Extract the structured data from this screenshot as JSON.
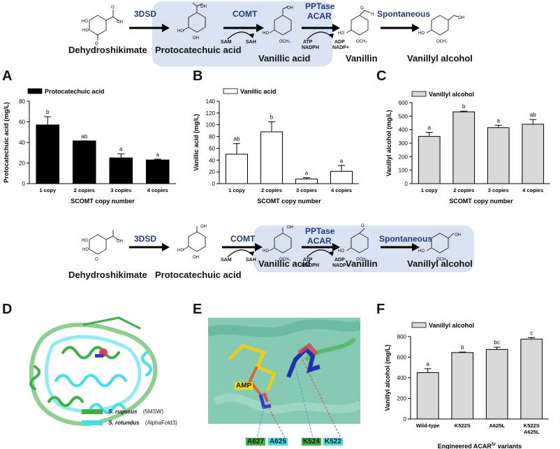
{
  "pathway_top": {
    "compounds": [
      "Dehydroshikimate",
      "Protocatechuic acid",
      "Vanillic acid",
      "Vanillin",
      "Vanillyl alcohol"
    ],
    "enzymes": [
      "3DSD",
      "COMT",
      "PPTase",
      "ACAR",
      "Spontaneous"
    ],
    "cofactors": {
      "sam": "SAM",
      "sah": "SAH",
      "atp": "ATP",
      "nadph": "NADPH",
      "adp": "ADP",
      "nadp": "NADP+"
    },
    "highlight_color": "#d9e2f1"
  },
  "pathway_mid": {
    "compounds": [
      "Dehydroshikimate",
      "Protocatechuic acid",
      "Vanillic acid",
      "Vanillin",
      "Vanillyl alcohol"
    ],
    "enzymes": [
      "3DSD",
      "COMT",
      "PPTase",
      "ACAR",
      "Spontaneous"
    ],
    "cofactors": {
      "sam": "SAM",
      "sah": "SAH",
      "atp": "ATP",
      "nadph": "NADPH",
      "adp": "ADP",
      "nadp": "NADP+"
    }
  },
  "chem_groups": {
    "oh": "OH",
    "ho": "HO",
    "och3": "OCH₃",
    "o": "O",
    "h": "H"
  },
  "panels": {
    "A": "A",
    "B": "B",
    "C": "C",
    "D": "D",
    "E": "E",
    "F": "F"
  },
  "chart_data": [
    {
      "type": "bar",
      "panel": "A",
      "categories": [
        "1 copy",
        "2 copies",
        "3 copies",
        "4 copies"
      ],
      "values": [
        57,
        41.5,
        25,
        23
      ],
      "errors": [
        8,
        0,
        4,
        0.8
      ],
      "letters": [
        "b",
        "ab",
        "a",
        "a"
      ],
      "series": [
        {
          "name": "Protocatechuic acid",
          "values": [
            57,
            41.5,
            25,
            23
          ]
        }
      ],
      "xlabel": "SCOMT copy number",
      "ylabel": "Protocatechuic acid (mg/L)",
      "ylim": [
        0,
        80
      ],
      "yticks": [
        0,
        20,
        40,
        60,
        80
      ],
      "fill": "#000000"
    },
    {
      "type": "bar",
      "panel": "B",
      "categories": [
        "1 copy",
        "2 copies",
        "3 copies",
        "4 copies"
      ],
      "values": [
        50,
        88,
        8,
        21
      ],
      "errors": [
        18,
        17,
        2,
        10
      ],
      "letters": [
        "ab",
        "b",
        "a",
        "a"
      ],
      "series": [
        {
          "name": "Vanillic acid",
          "values": [
            50,
            88,
            8,
            21
          ]
        }
      ],
      "xlabel": "SCOMT copy number",
      "ylabel": "Vanillic acid (mg/L)",
      "ylim": [
        0,
        140
      ],
      "yticks": [
        0,
        20,
        40,
        60,
        80,
        100,
        120,
        140
      ],
      "fill": "#ffffff"
    },
    {
      "type": "bar",
      "panel": "C",
      "categories": [
        "1 copy",
        "2 copies",
        "3 copies",
        "4 copies"
      ],
      "values": [
        350,
        532,
        415,
        440
      ],
      "errors": [
        30,
        5,
        18,
        35
      ],
      "letters": [
        "a",
        "b",
        "a",
        "ab"
      ],
      "series": [
        {
          "name": "Vanillyl alcohol",
          "values": [
            350,
            532,
            415,
            440
          ]
        }
      ],
      "xlabel": "SCOMT copy number",
      "ylabel": "Vanillyl alcohol (mg/L)",
      "ylim": [
        0,
        600
      ],
      "yticks": [
        0,
        100,
        200,
        300,
        400,
        500,
        600
      ],
      "fill": "#d9d9d9"
    },
    {
      "type": "bar",
      "panel": "F",
      "categories": [
        "Wild-type",
        "K522S",
        "A625L",
        "K522S\nA625L"
      ],
      "values": [
        450,
        645,
        675,
        775
      ],
      "errors": [
        38,
        5,
        22,
        15
      ],
      "letters": [
        "a",
        "b",
        "bc",
        "c"
      ],
      "series": [
        {
          "name": "Vanillyl alcohol",
          "values": [
            450,
            645,
            675,
            775
          ]
        }
      ],
      "xlabel": "Engineered ACAR",
      "xlabel_sup": "Sr",
      "xlabel_tail": " variants",
      "ylabel": "Vanillyl alcohol (mg/L)",
      "ylim": [
        0,
        800
      ],
      "yticks": [
        0,
        200,
        400,
        600,
        800
      ],
      "fill": "#d9d9d9"
    }
  ],
  "panel_D": {
    "legend": [
      {
        "species": "S. rugosus",
        "model": "(5MSW)",
        "color": "#3cb043"
      },
      {
        "species": "S. rotundus",
        "model": "(AlphaFold3)",
        "color": "#40e0e8"
      }
    ]
  },
  "panel_E": {
    "ligand_label": "AMP",
    "residues": [
      {
        "label": "A627",
        "color": "#3cb043"
      },
      {
        "label": "A625",
        "color": "#40e0e8"
      },
      {
        "label": "K524",
        "color": "#3cb043"
      },
      {
        "label": "K522",
        "color": "#40e0e8"
      }
    ]
  }
}
